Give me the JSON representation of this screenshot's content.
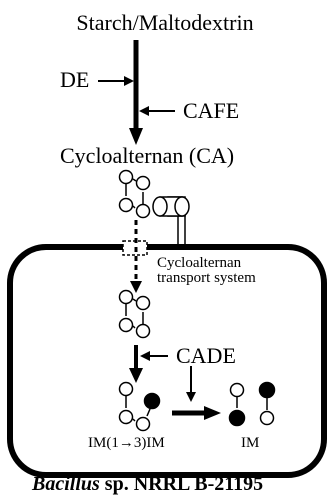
{
  "diagram": {
    "substrate_label": "Starch/Maltodextrin",
    "de_label": "DE",
    "cafe_label": "CAFE",
    "product_label": "Cycloalternan (CA)",
    "transport_label_line1": "Cycloalternan",
    "transport_label_line2": "transport system",
    "cade_label": "CADE",
    "disaccharide_label": "IM(1→3)IM",
    "monomer_label": "IM",
    "organism_genus": "Bacillus",
    "organism_rest": " sp. NRRL B-21195"
  }
}
